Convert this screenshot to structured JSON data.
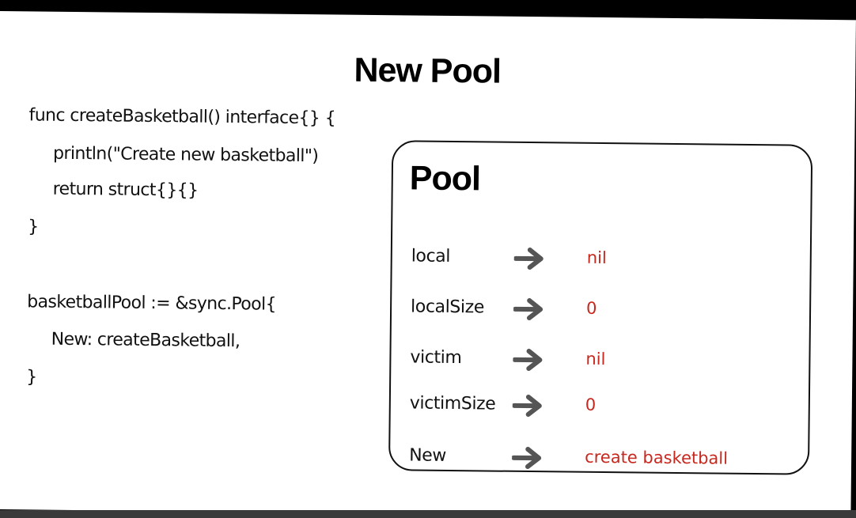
{
  "slide": {
    "title": "New Pool",
    "code_lines": [
      "func createBasketball() interface{} {",
      "println(\"Create new basketball\")",
      "return struct{}{}",
      "}",
      "basketballPool := &sync.Pool{",
      "New: createBasketball,",
      "}"
    ]
  },
  "pool": {
    "title": "Pool",
    "rows": [
      {
        "field": "local",
        "value": "nil"
      },
      {
        "field": "localSize",
        "value": "0"
      },
      {
        "field": "victim",
        "value": "nil"
      },
      {
        "field": "victimSize",
        "value": "0"
      },
      {
        "field": "New",
        "value": "create basketball"
      }
    ],
    "arrow_icon": "right-arrow-icon",
    "value_color": "#c8271d"
  }
}
